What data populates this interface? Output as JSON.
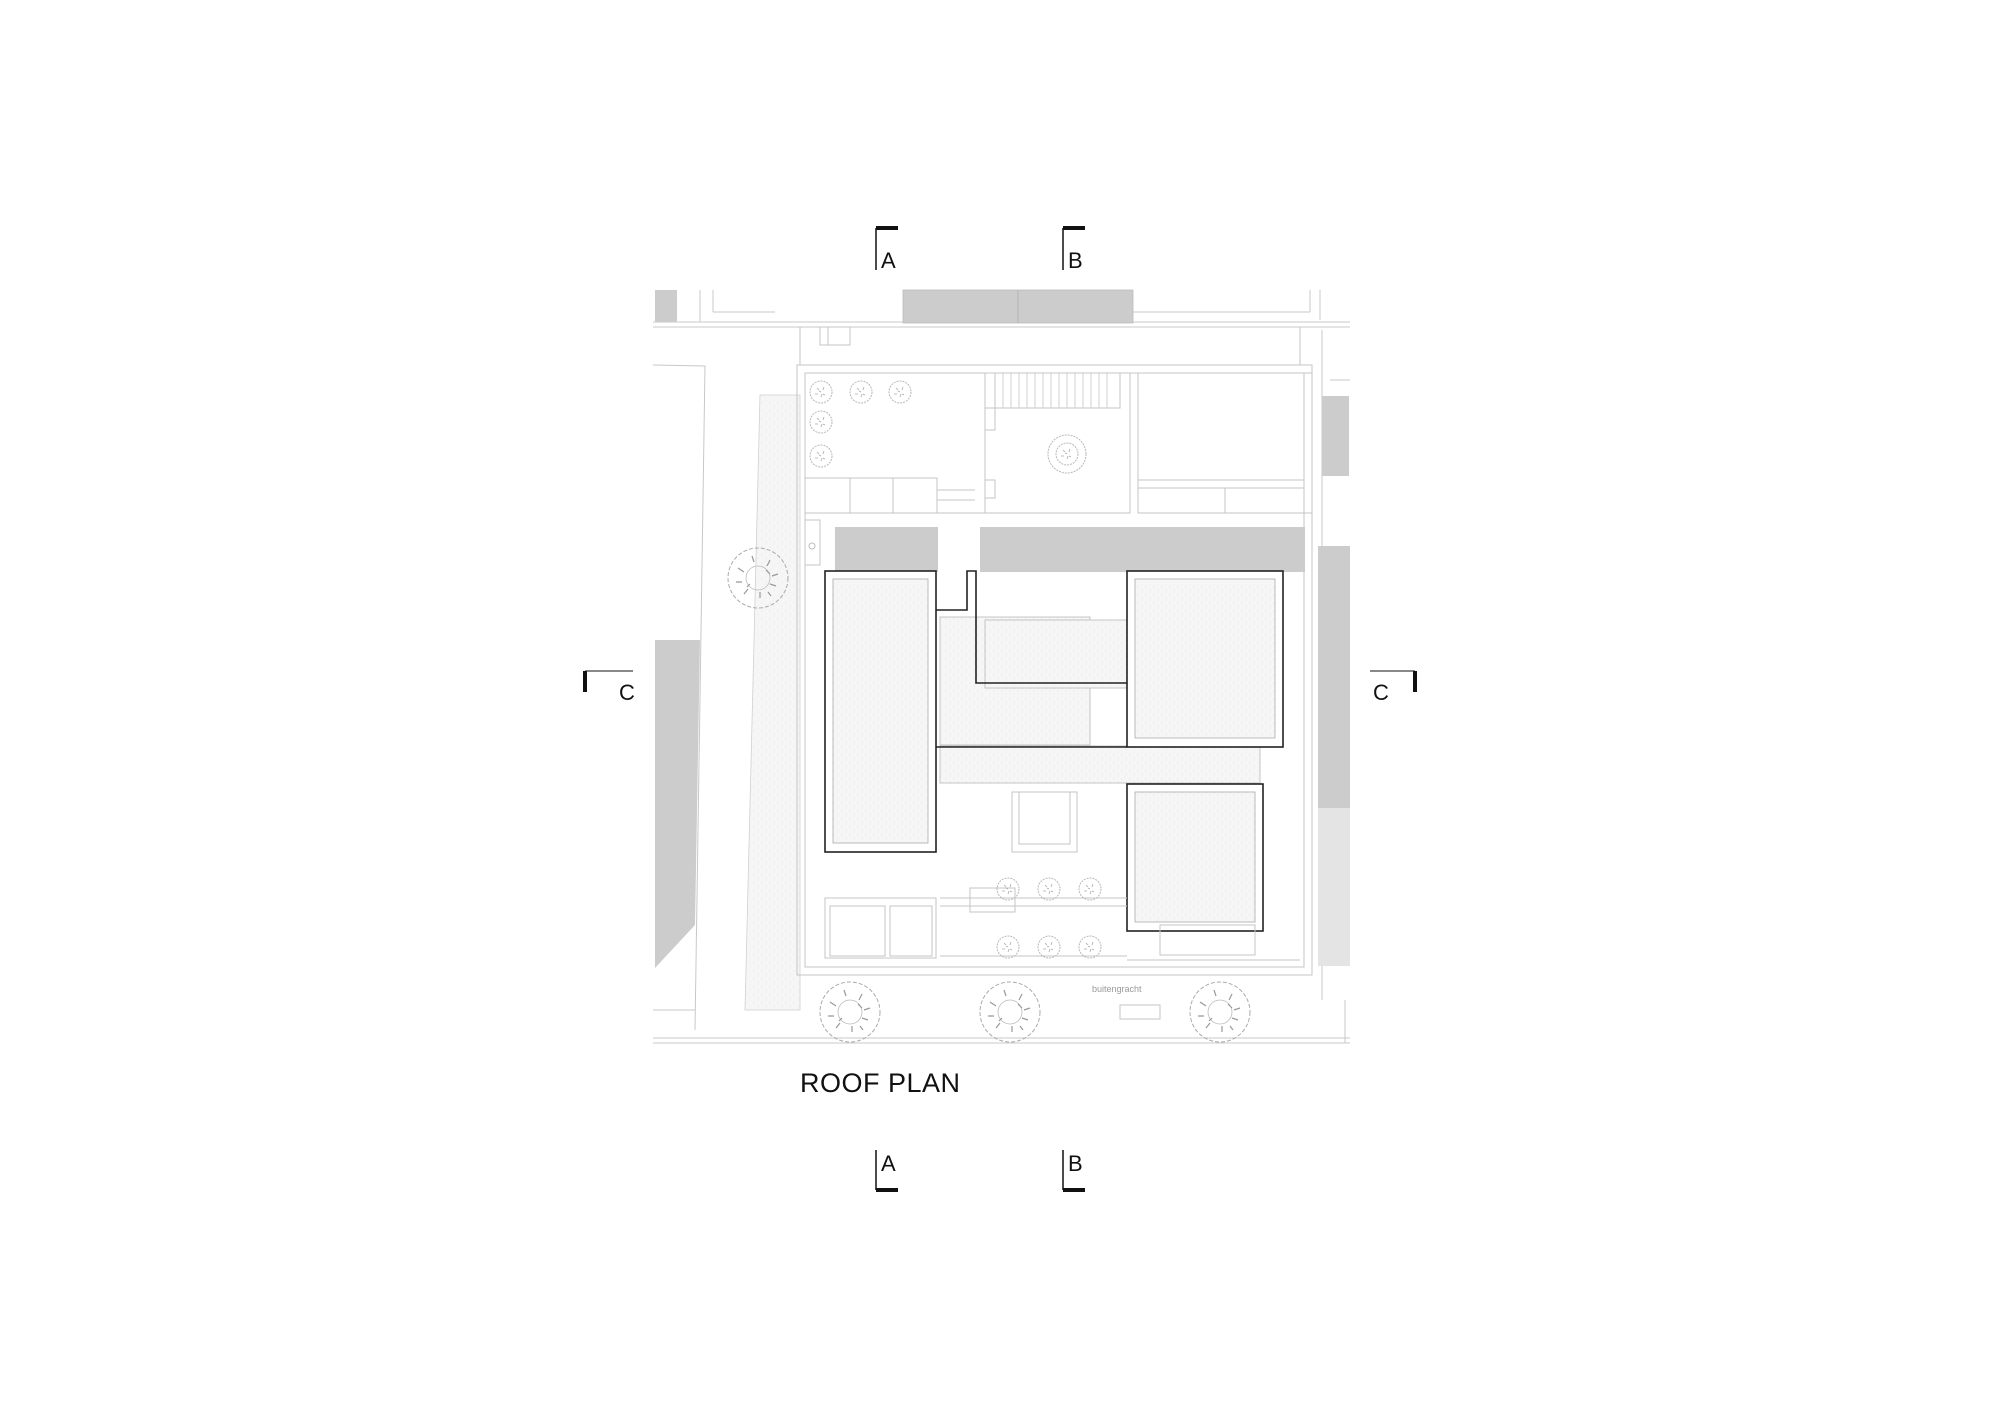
{
  "drawing": {
    "title": "ROOF PLAN",
    "street_label": "buitengracht",
    "section_markers": {
      "top_a": "A",
      "top_b": "B",
      "bottom_a": "A",
      "bottom_b": "B",
      "left_c": "C",
      "right_c": "C"
    }
  },
  "colors": {
    "background": "#ffffff",
    "line_light": "#c8c8c8",
    "line_dark": "#222222",
    "shade_dark": "#cccccc",
    "shade_light": "#e4e4e4",
    "texture_fill": "#f4f4f4",
    "text": "#111111"
  }
}
